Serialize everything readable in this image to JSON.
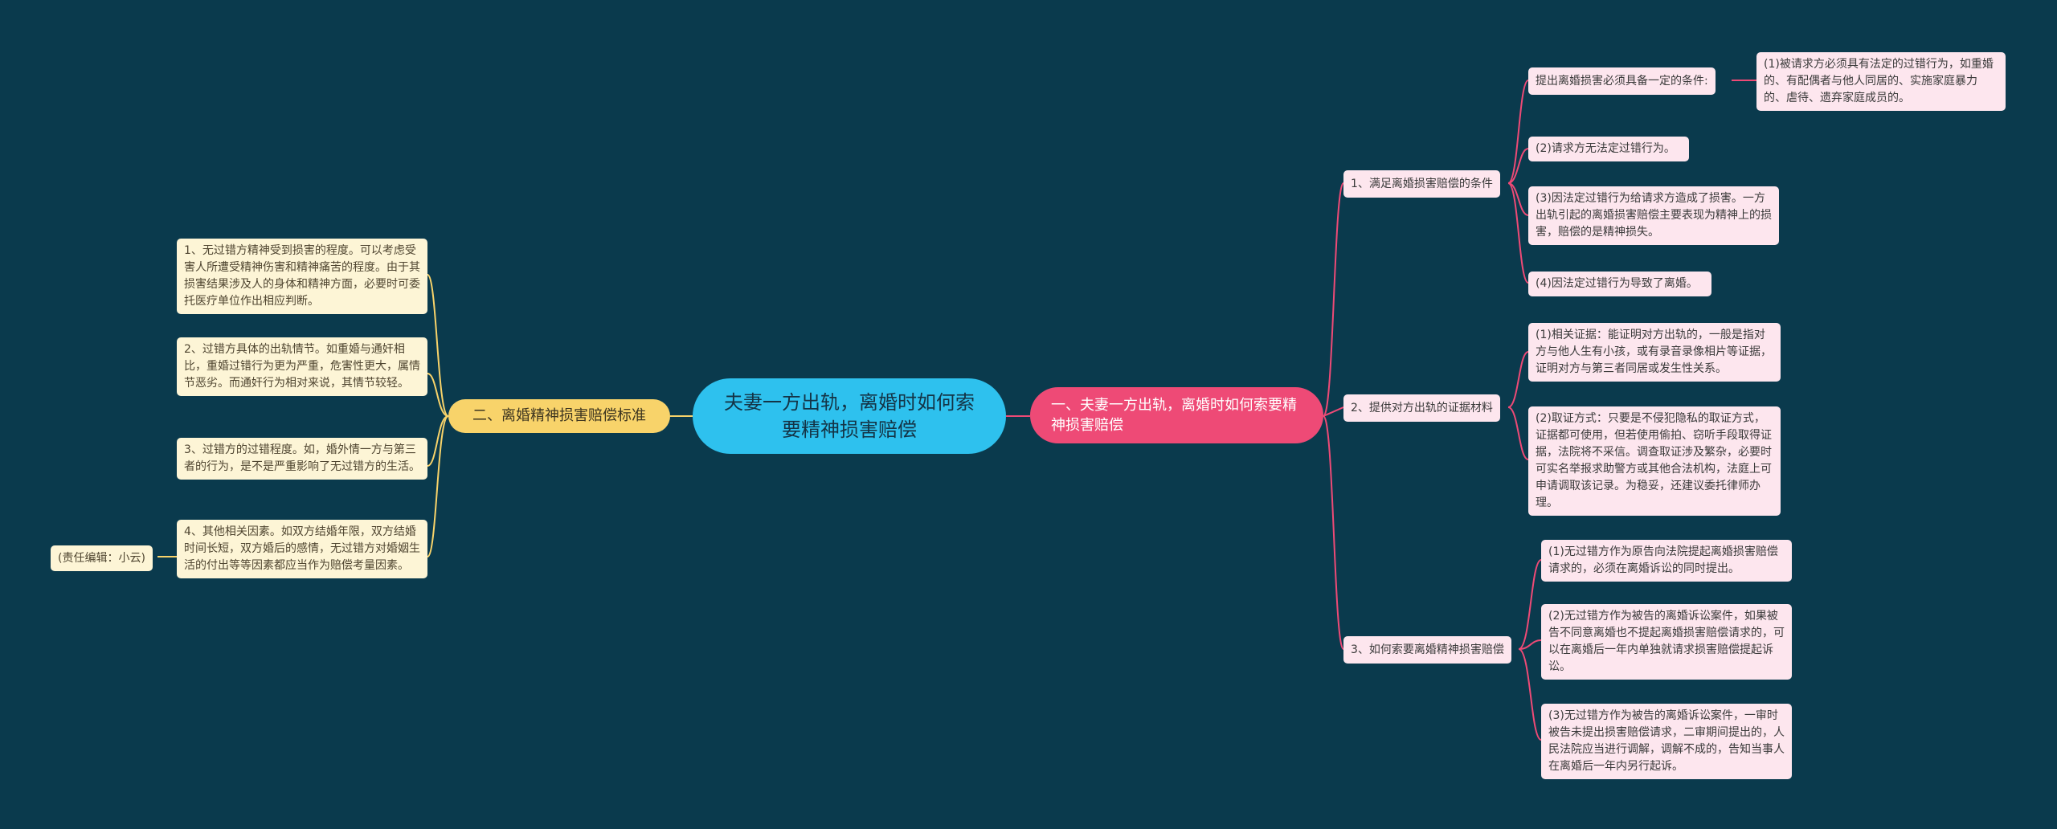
{
  "root": {
    "title": "夫妻一方出轨，离婚时如何索要精神损害赔偿"
  },
  "right_branch": {
    "title": "一、夫妻一方出轨，离婚时如何索要精神损害赔偿",
    "items": [
      {
        "label": "1、满足离婚损害赔偿的条件",
        "intro": "提出离婚损害必须具备一定的条件:",
        "children": [
          "(1)被请求方必须具有法定的过错行为，如重婚的、有配偶者与他人同居的、实施家庭暴力的、虐待、遗弃家庭成员的。",
          "(2)请求方无法定过错行为。",
          "(3)因法定过错行为给请求方造成了损害。一方出轨引起的离婚损害赔偿主要表现为精神上的损害，赔偿的是精神损失。",
          "(4)因法定过错行为导致了离婚。"
        ]
      },
      {
        "label": "2、提供对方出轨的证据材料",
        "children": [
          "(1)相关证据：能证明对方出轨的，一般是指对方与他人生有小孩，或有录音录像相片等证据，证明对方与第三者同居或发生性关系。",
          "(2)取证方式：只要是不侵犯隐私的取证方式，证据都可使用，但若使用偷拍、窃听手段取得证据，法院将不采信。调查取证涉及繁杂，必要时可实名举报求助警方或其他合法机构，法庭上可申请调取该记录。为稳妥，还建议委托律师办理。"
        ]
      },
      {
        "label": "3、如何索要离婚精神损害赔偿",
        "children": [
          "(1)无过错方作为原告向法院提起离婚损害赔偿请求的，必须在离婚诉讼的同时提出。",
          "(2)无过错方作为被告的离婚诉讼案件，如果被告不同意离婚也不提起离婚损害赔偿请求的，可以在离婚后一年内单独就请求损害赔偿提起诉讼。",
          "(3)无过错方作为被告的离婚诉讼案件，一审时被告未提出损害赔偿请求，二审期间提出的，人民法院应当进行调解，调解不成的，告知当事人在离婚后一年内另行起诉。"
        ]
      }
    ]
  },
  "left_branch": {
    "title": "二、离婚精神损害赔偿标准",
    "items": [
      "1、无过错方精神受到损害的程度。可以考虑受害人所遭受精神伤害和精神痛苦的程度。由于其损害结果涉及人的身体和精神方面，必要时可委托医疗单位作出相应判断。",
      "2、过错方具体的出轨情节。如重婚与通奸相比，重婚过错行为更为严重，危害性更大，属情节恶劣。而通奸行为相对来说，其情节较轻。",
      "3、过错方的过错程度。如，婚外情一方与第三者的行为，是不是严重影响了无过错方的生活。",
      "4、其他相关因素。如双方结婚年限，双方结婚时间长短，双方婚后的感情，无过错方对婚姻生活的付出等等因素都应当作为赔偿考量因素。"
    ],
    "editor": "(责任编辑：小云)"
  },
  "colors": {
    "background": "#0a3a4d",
    "root": "#2ec1ee",
    "right_branch": "#ee4a76",
    "left_branch": "#f8d36a",
    "right_leaf": "#fde6ee",
    "left_leaf": "#fdf5d6"
  }
}
